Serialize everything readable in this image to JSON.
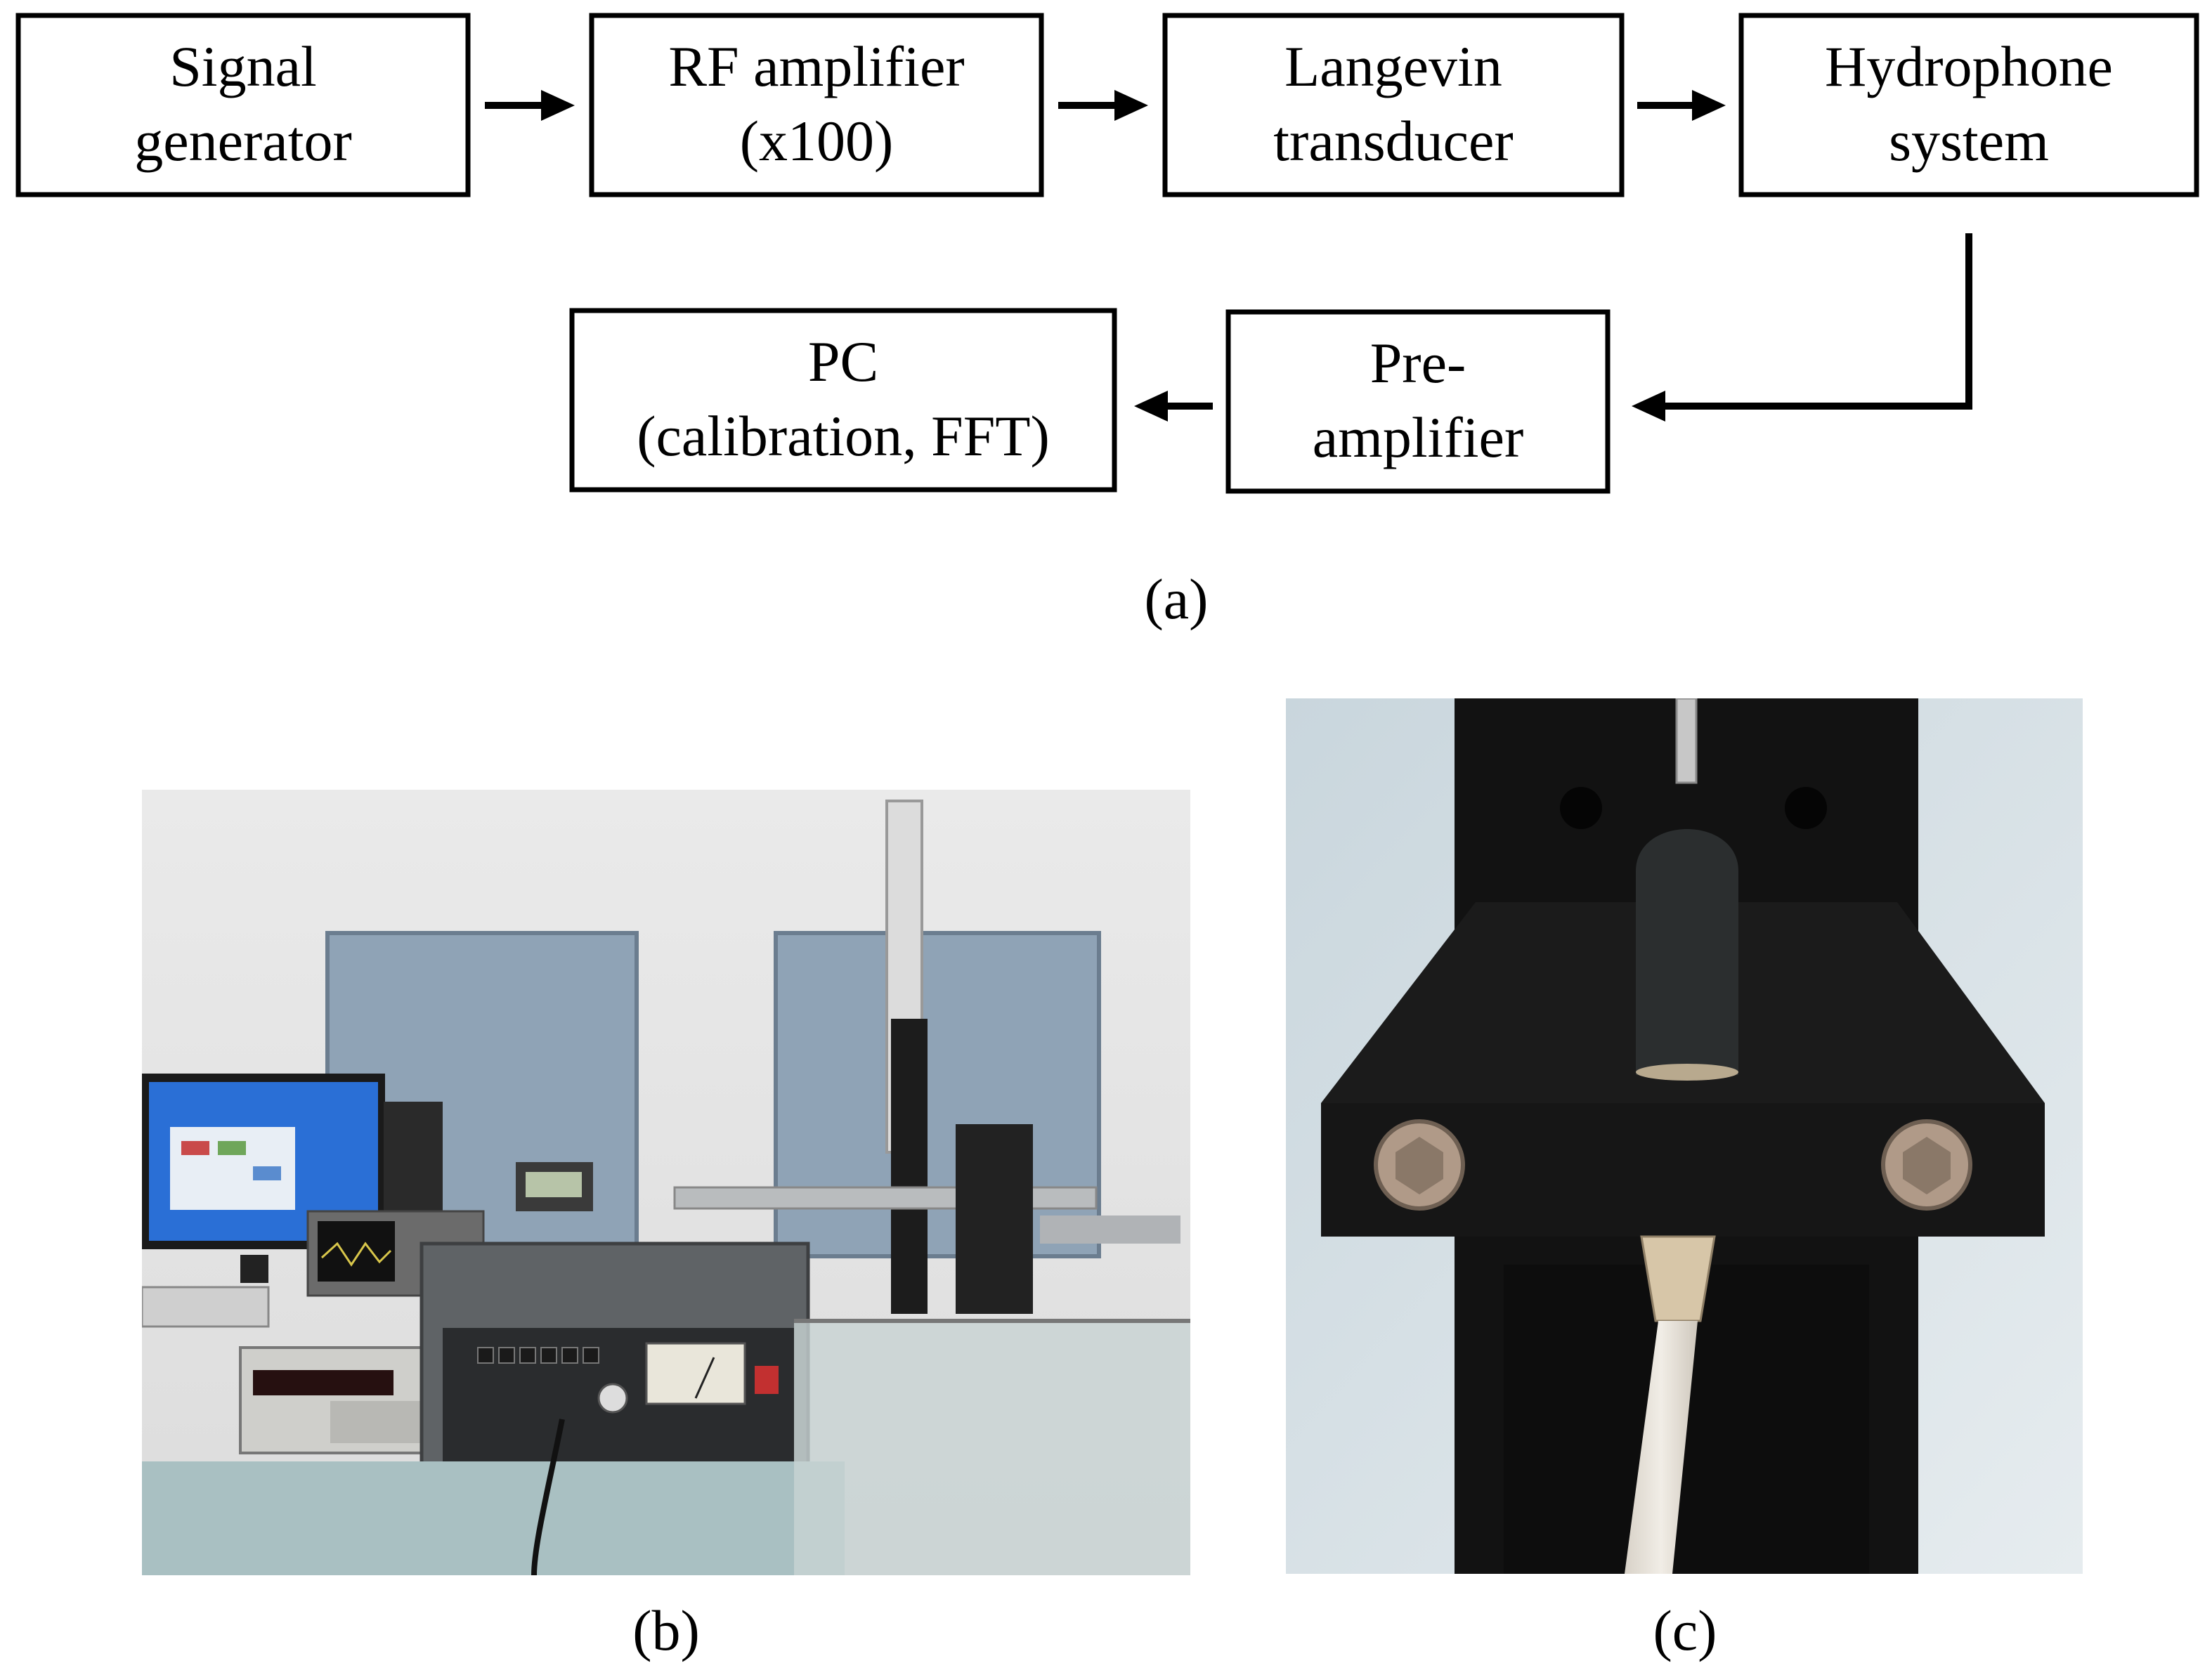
{
  "diagram": {
    "boxes": [
      {
        "id": "signal-generator",
        "lines": [
          "Signal",
          "generator"
        ]
      },
      {
        "id": "rf-amplifier",
        "lines": [
          "RF amplifier",
          "(x100)"
        ]
      },
      {
        "id": "langevin-transducer",
        "lines": [
          "Langevin",
          "transducer"
        ]
      },
      {
        "id": "hydrophone-system",
        "lines": [
          "Hydrophone",
          "system"
        ]
      },
      {
        "id": "pre-amplifier",
        "lines": [
          "Pre-",
          "amplifier"
        ]
      },
      {
        "id": "pc",
        "lines": [
          "PC",
          "(calibration, FFT)"
        ]
      }
    ]
  },
  "captions": {
    "a": "(a)",
    "b": "(b)",
    "c": "(c)"
  },
  "photos": {
    "b": {
      "subject": "lab-bench-photo"
    },
    "c": {
      "subject": "hydrophone-closeup-photo"
    }
  }
}
